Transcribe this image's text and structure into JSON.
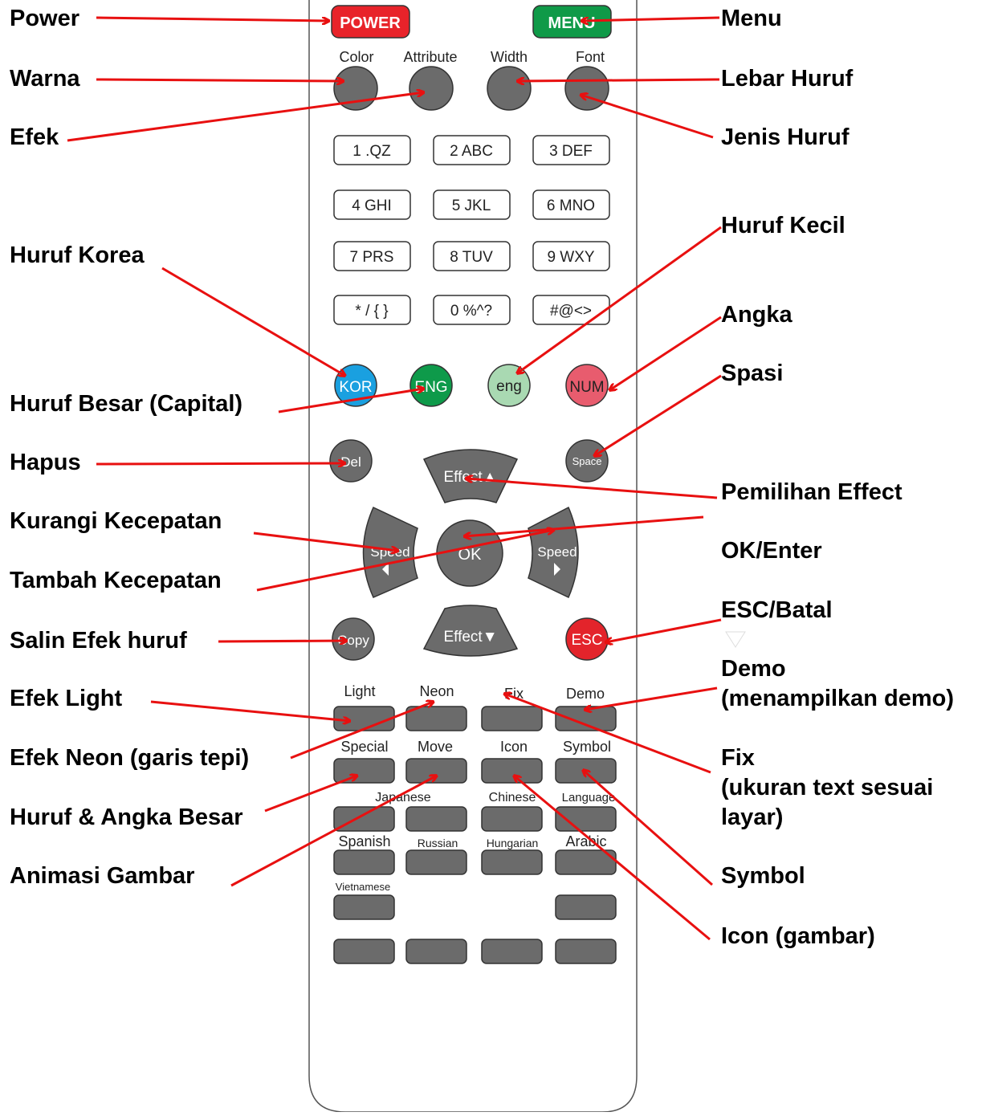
{
  "remote": {
    "top_buttons": {
      "power": "POWER",
      "menu": "MENU"
    },
    "round_labels": {
      "color": "Color",
      "attribute": "Attribute",
      "width": "Width",
      "font": "Font"
    },
    "keypad": [
      [
        "1 .QZ",
        "2 ABC",
        "3 DEF"
      ],
      [
        "4 GHI",
        "5 JKL",
        "6 MNO"
      ],
      [
        "7 PRS",
        "8 TUV",
        "9 WXY"
      ],
      [
        "* / { }",
        "0 %^?",
        "#@<>"
      ]
    ],
    "mode_buttons": {
      "kor": "KOR",
      "eng_upper": "ENG",
      "eng_lower": "eng",
      "num": "NUM"
    },
    "side_buttons": {
      "del": "Del",
      "space": "Space",
      "copy": "Copy",
      "esc": "ESC"
    },
    "nav": {
      "effect_up": "Effect▲",
      "effect_down": "Effect▼",
      "speed_left": "Speed",
      "speed_right": "Speed",
      "ok": "OK"
    },
    "rect_labels": {
      "light": "Light",
      "neon": "Neon",
      "fix": "Fix",
      "demo": "Demo",
      "special": "Special",
      "move": "Move",
      "icon": "Icon",
      "symbol": "Symbol",
      "japanese": "Japanese",
      "chinese": "Chinese",
      "language": "Language",
      "spanish": "Spanish",
      "russian": "Russian",
      "hungarian": "Hungarian",
      "arabic": "Arabic",
      "vietnamese": "Vietnamese"
    }
  },
  "annotations": {
    "power": "Power",
    "menu": "Menu",
    "warna": "Warna",
    "lebar_huruf": "Lebar Huruf",
    "efek": "Efek",
    "jenis_huruf": "Jenis Huruf",
    "huruf_kecil": "Huruf Kecil",
    "huruf_korea": "Huruf Korea",
    "angka": "Angka",
    "spasi": "Spasi",
    "huruf_besar": "Huruf Besar (Capital)",
    "hapus": "Hapus",
    "pemilihan_effect": "Pemilihan Effect",
    "kurangi_kecepatan": "Kurangi Kecepatan",
    "ok_enter": "OK/Enter",
    "tambah_kecepatan": "Tambah Kecepatan",
    "esc_batal": "ESC/Batal",
    "salin_efek": "Salin Efek huruf",
    "demo_line1": "Demo",
    "demo_line2": "(menampilkan demo)",
    "efek_light": "Efek Light",
    "efek_neon": "Efek Neon (garis tepi)",
    "fix_line1": "Fix",
    "fix_line2": "(ukuran text sesuai",
    "fix_line3": "layar)",
    "huruf_angka_besar": "Huruf & Angka Besar",
    "symbol": "Symbol",
    "animasi_gambar": "Animasi Gambar",
    "icon_gambar": "Icon (gambar)"
  },
  "colors": {
    "power_red": "#e8232a",
    "menu_green": "#0f9a48",
    "kor_blue": "#1aa0e0",
    "eng_green": "#0e9a4a",
    "eng_light": "#a9d9b2",
    "num_pink": "#e85c6e",
    "esc_red": "#e3242b",
    "button_gray": "#6b6b6b",
    "arrow_red": "#e81010"
  }
}
